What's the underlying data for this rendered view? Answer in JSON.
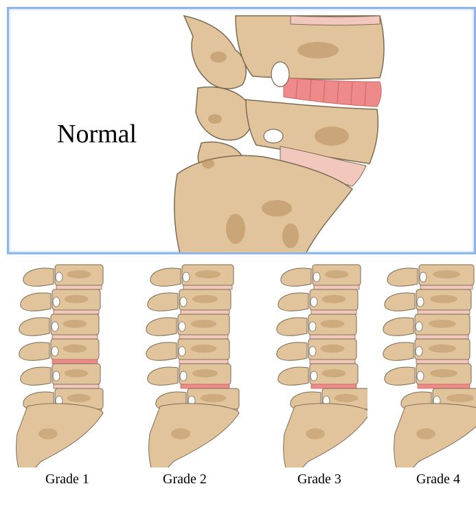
{
  "normal_label": "Normal",
  "grades": [
    {
      "label": "Grade 1"
    },
    {
      "label": "Grade 2"
    },
    {
      "label": "Grade 3"
    },
    {
      "label": "Grade 4"
    }
  ],
  "colors": {
    "bone": "#e2c49c",
    "bone_outline": "#7a6a52",
    "bone_shadow": "#b58d5c",
    "disc": "#f2c8bd",
    "disc_problem": "#ee8a8a",
    "panel_border": "#8fb6ea"
  }
}
